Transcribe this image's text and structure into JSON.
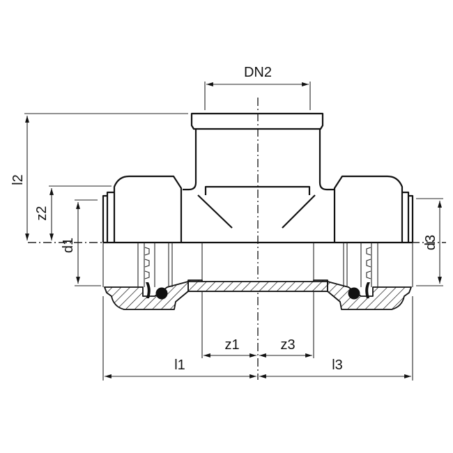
{
  "figure": {
    "subject": "press-fit tee fitting with female thread branch, section view",
    "colors": {
      "line": "#111111",
      "background": "#ffffff"
    }
  },
  "dimensions": {
    "dn2": "DN2",
    "l2": "l2",
    "z2": "z2",
    "d1": "d1",
    "d3": "d3",
    "z1": "z1",
    "z3": "z3",
    "l1": "l1",
    "l3": "l3"
  }
}
